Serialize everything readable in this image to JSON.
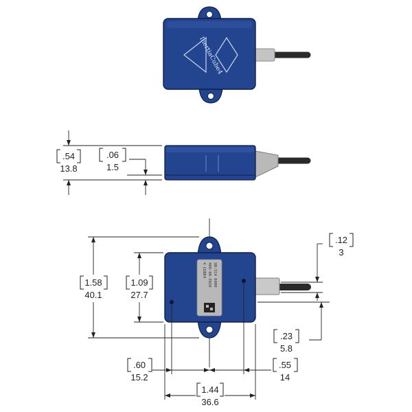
{
  "product": {
    "logo_text": "InertiaCube4",
    "label_lines": [
      "4 CUBE4",
      "400-00-3020",
      "SN:IC4 0000"
    ]
  },
  "colors": {
    "body_blue": "#23448f",
    "body_dark": "#142b63",
    "cable": "#2a2a2a",
    "connector": "#b9b9b9",
    "label": "#b8b8b8"
  },
  "dimensions": [
    {
      "id": "height",
      "in": ".54",
      "mm": "13.8"
    },
    {
      "id": "base-thickness",
      "in": ".06",
      "mm": "1.5"
    },
    {
      "id": "tab-overall-height",
      "in": "1.58",
      "mm": "40.1"
    },
    {
      "id": "body-height",
      "in": "1.09",
      "mm": "27.7"
    },
    {
      "id": "cable-diameter",
      "in": ".12",
      "mm": "3"
    },
    {
      "id": "cable-offset",
      "in": ".23",
      "mm": "5.8"
    },
    {
      "id": "hole-left-offset",
      "in": ".60",
      "mm": "15.2"
    },
    {
      "id": "hole-right-offset",
      "in": ".55",
      "mm": "14"
    },
    {
      "id": "body-width",
      "in": "1.44",
      "mm": "36.6"
    }
  ]
}
